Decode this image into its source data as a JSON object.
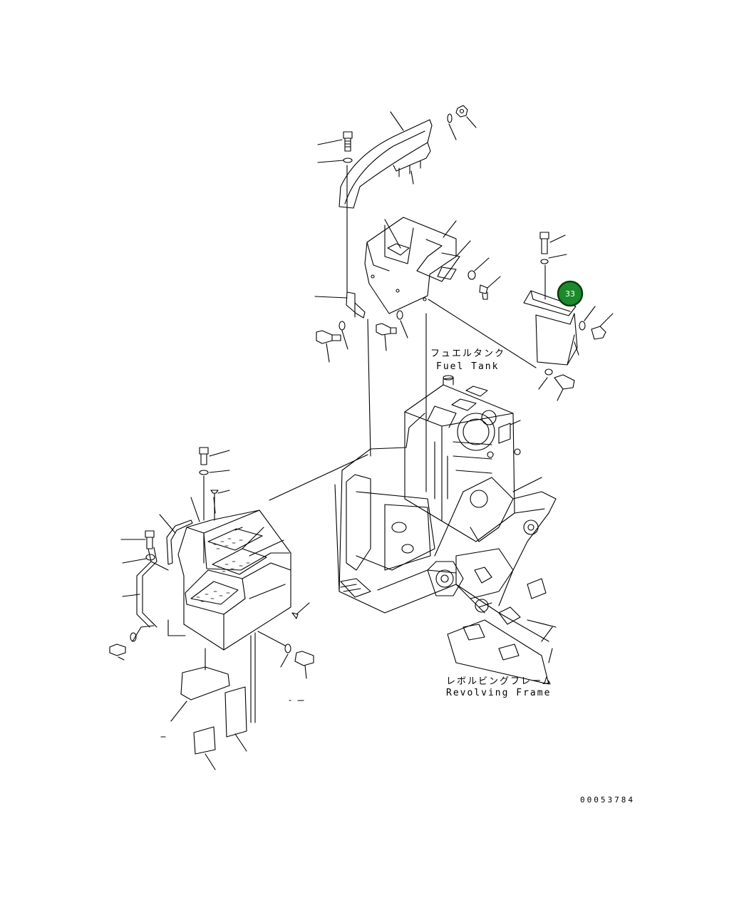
{
  "labels": {
    "fuel_tank_jp": "フュエルタンク",
    "fuel_tank_en": "Fuel Tank",
    "revolving_frame_jp": "レボルビングフレーム",
    "revolving_frame_en": "Revolving Frame"
  },
  "callout": {
    "number": "33",
    "color": "#1b8a2a"
  },
  "drawing_number": "00053784",
  "colors": {
    "line": "#000000",
    "background": "#ffffff"
  }
}
